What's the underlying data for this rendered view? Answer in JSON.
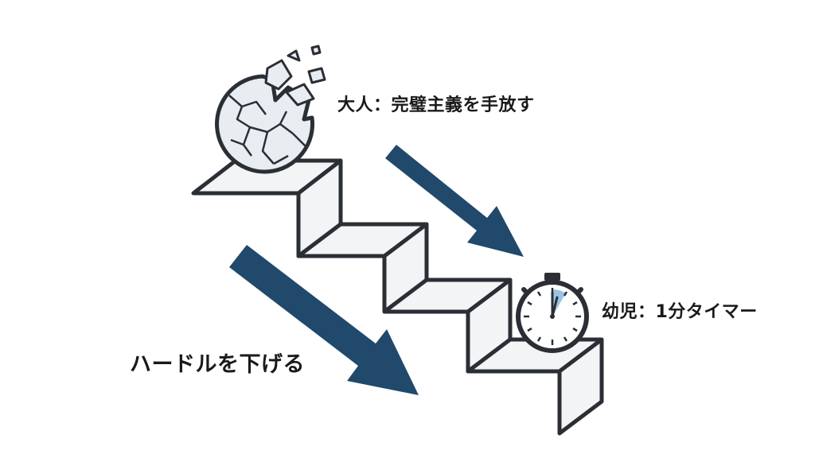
{
  "labels": {
    "adult": "大人：完璧主義を手放す",
    "child": "幼児：1分タイマー",
    "hurdle": "ハードルを下げる"
  },
  "colors": {
    "arrow": "#20496b",
    "outline": "#2b2f35",
    "step_fill": "#f3f4f6",
    "globe_fill": "#e8edf2",
    "timer_accent": "#9cc3e6"
  },
  "icons": {
    "top": "shattered-globe-icon",
    "bottom": "stopwatch-icon"
  }
}
